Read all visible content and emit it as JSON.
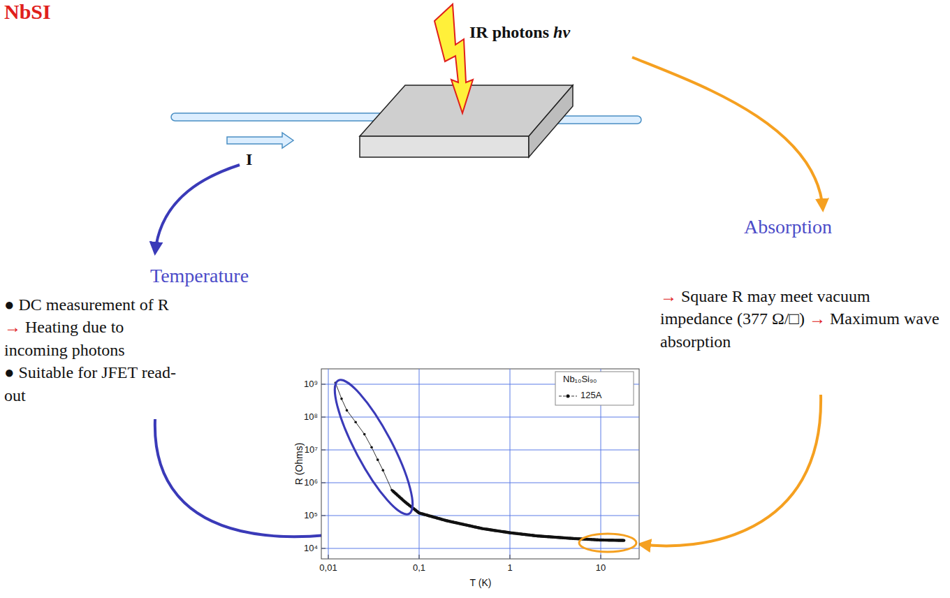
{
  "diagram": {
    "title": "NbSI",
    "labels": [
      "IR photons hν",
      "I",
      "Temperature",
      "● DC measurement of R",
      "→ Heating due to incoming photons",
      "● Suitable for JFET read-out",
      "Absorption",
      "→ Square R may meet vacuum impedance (377 Ω/□) → Maximum wave absorption",
      "10⁹",
      "10⁸",
      "10⁷",
      "10⁶",
      "10⁵",
      "10⁴",
      "0,01",
      "0,1",
      "1",
      "10",
      "R (Ohms)",
      "T (K)",
      "Nb₁₀Si₉₀"
    ],
    "legend": [
      {
        "text": "125A"
      }
    ]
  }
}
